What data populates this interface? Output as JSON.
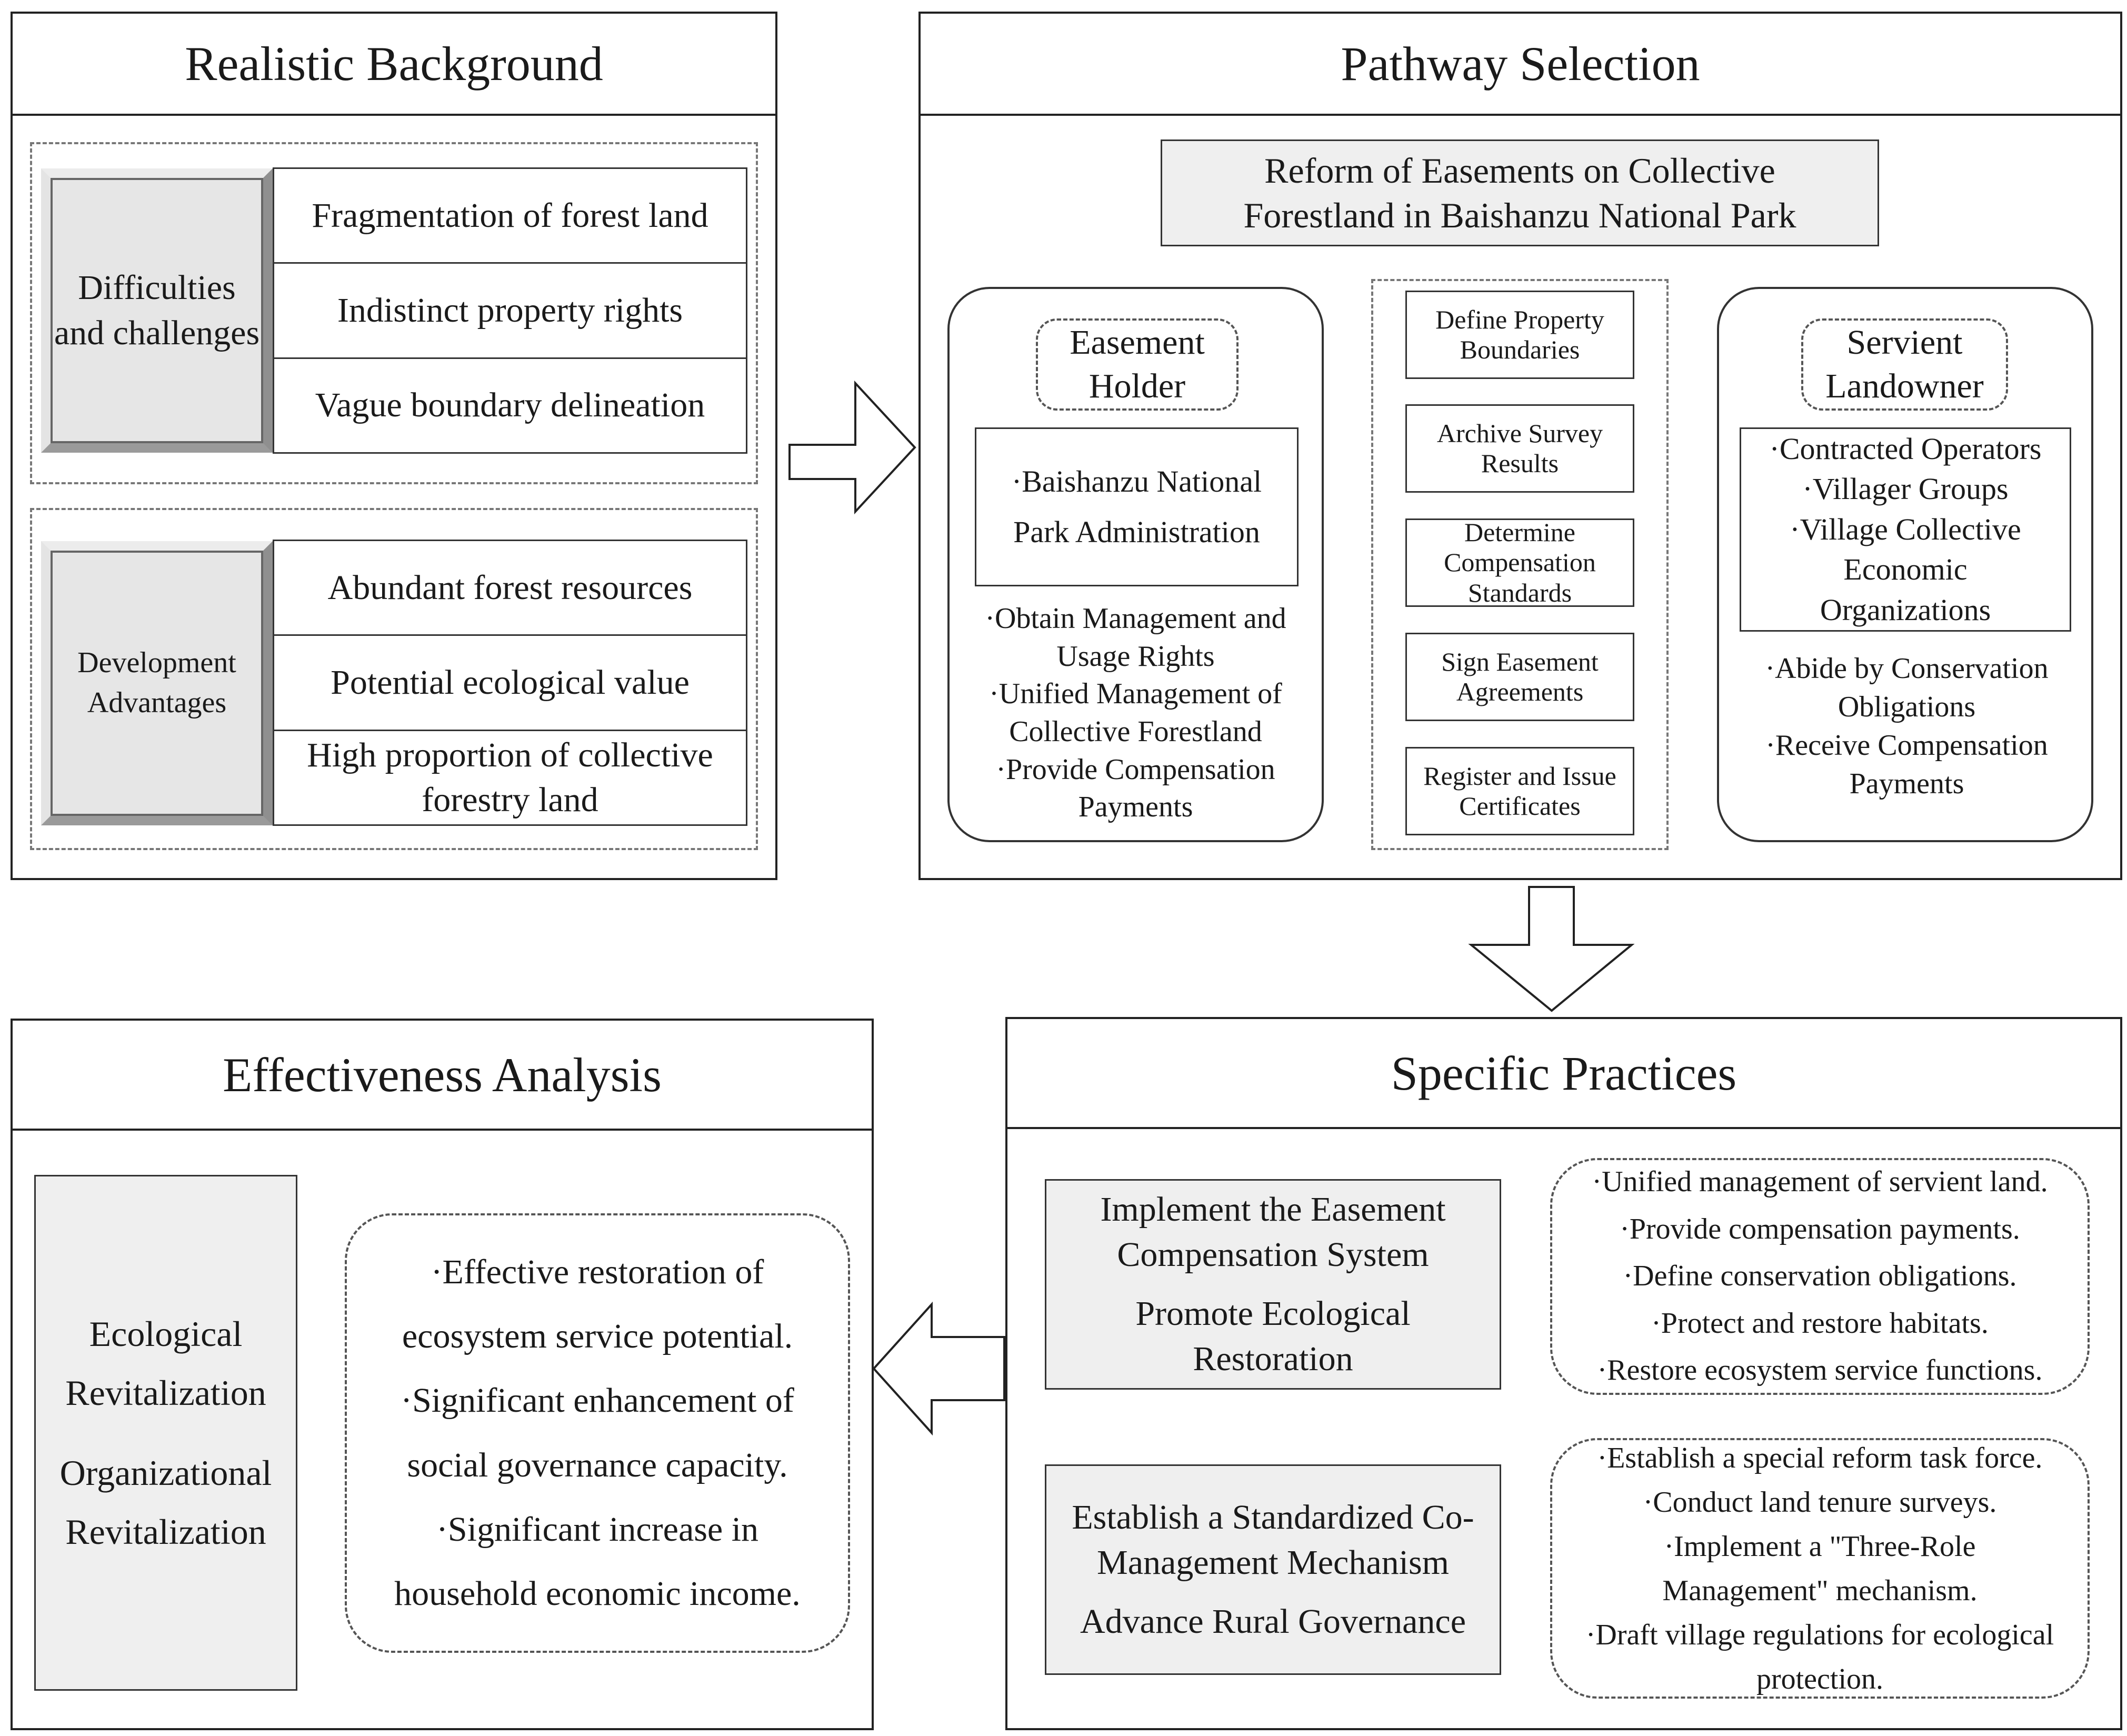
{
  "realistic_background": {
    "title": "Realistic Background",
    "difficulties": {
      "label": "Difficulties and challenges",
      "items": [
        "Fragmentation of forest land",
        "Indistinct property rights",
        "Vague boundary delineation"
      ]
    },
    "advantages": {
      "label": "Development Advantages",
      "items": [
        "Abundant forest resources",
        "Potential ecological value",
        "High proportion of collective forestry land"
      ]
    }
  },
  "pathway_selection": {
    "title": "Pathway Selection",
    "reform": "Reform of Easements on Collective Forestland in Baishanzu National Park",
    "easement_holder": {
      "label": "Easement Holder",
      "entity": "·Baishanzu National Park Administration",
      "duties": [
        "·Obtain Management and Usage Rights",
        "·Unified Management of Collective Forestland",
        "·Provide Compensation Payments"
      ]
    },
    "steps": [
      "Define Property Boundaries",
      "Archive Survey Results",
      "Determine Compensation Standards",
      "Sign Easement Agreements",
      "Register and Issue Certificates"
    ],
    "servient_landowner": {
      "label": "Servient Landowner",
      "entities": [
        "·Contracted Operators",
        "·Villager Groups",
        "·Village Collective Economic Organizations"
      ],
      "duties": [
        "·Abide by Conservation Obligations",
        "·Receive Compensation Payments"
      ]
    }
  },
  "specific_practices": {
    "title": "Specific Practices",
    "practice1": {
      "heading": "Implement the Easement Compensation System",
      "sub": "Promote Ecological Restoration",
      "items": [
        "·Unified management of servient land.",
        "·Provide compensation payments.",
        "·Define conservation obligations.",
        "·Protect and restore habitats.",
        "·Restore ecosystem service functions."
      ]
    },
    "practice2": {
      "heading": "Establish a Standardized Co-Management Mechanism",
      "sub": "Advance Rural Governance",
      "items": [
        "·Establish a special reform task force.",
        "·Conduct land tenure surveys.",
        "·Implement a \"Three-Role Management\" mechanism.",
        "·Draft village regulations for ecological protection."
      ]
    }
  },
  "effectiveness_analysis": {
    "title": "Effectiveness Analysis",
    "labels": [
      "Ecological Revitalization",
      "Organizational Revitalization"
    ],
    "items": [
      "·Effective restoration of ecosystem service potential.",
      "·Significant enhancement of social governance capacity.",
      "·Significant increase in household economic income."
    ]
  }
}
